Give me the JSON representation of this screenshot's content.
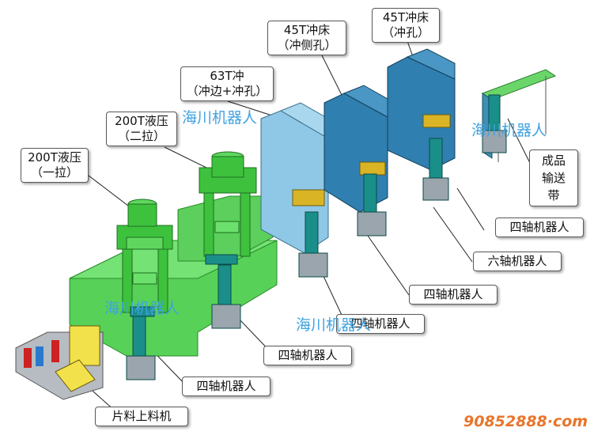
{
  "labels": {
    "hydraulic_1": {
      "line1": "200T液压",
      "line2": "（一拉）"
    },
    "hydraulic_2": {
      "line1": "200T液压",
      "line2": "（二拉）"
    },
    "press_63t": {
      "line1": "63T冲",
      "line2": "（冲边+冲孔）"
    },
    "press_45t_side": {
      "line1": "45T冲床",
      "line2": "（冲侧孔）"
    },
    "press_45t_hole": {
      "line1": "45T冲床",
      "line2": "（冲孔）"
    },
    "conveyor": {
      "line1": "成品",
      "line2": "输送",
      "line3": "带"
    },
    "robot_4axis_a": "四轴机器人",
    "robot_6axis": "六轴机器人",
    "robot_4axis_b": "四轴机器人",
    "robot_4axis_c": "四轴机器人",
    "robot_4axis_d": "四轴机器人",
    "robot_4axis_e": "四轴机器人",
    "loader": "片料上料机"
  },
  "watermarks": [
    "海川机器人",
    "海川机器人",
    "海川机器人",
    "海川机器人"
  ],
  "brand": "90852888·com",
  "colors": {
    "hydraulic_green": "#3ec23e",
    "press_blue": "#2f7fb0",
    "press_light": "#8fc8e6",
    "robot_teal": "#1a8f8a",
    "watermark": "#3fa2e0",
    "brand_orange": "#e8752a"
  }
}
